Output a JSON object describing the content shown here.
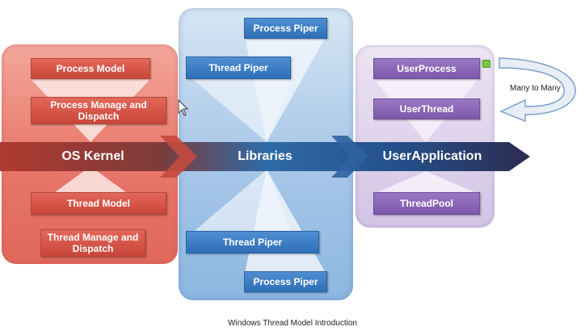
{
  "kernel": {
    "top_boxes": [
      "Process Model",
      "Process Manage and Dispatch"
    ],
    "label": "OS Kernel",
    "bottom_boxes": [
      "Thread Model",
      "Thread Manage and Dispatch"
    ]
  },
  "libraries": {
    "label": "Libraries",
    "top_boxes": [
      "Process Piper",
      "Thread Piper"
    ],
    "bottom_boxes": [
      "Thread Piper",
      "Process Piper"
    ]
  },
  "user_app": {
    "label": "UserApplication",
    "boxes": [
      "UserProcess",
      "UserThread",
      "ThreadPool"
    ],
    "relation": "Many to Many"
  },
  "caption": "Windows Thread Model Introduction",
  "colors": {
    "kernel": "#e0675c",
    "libraries": "#8db7e1",
    "app": "#d2c4e6",
    "arrow_dark": "#2d2b50"
  }
}
